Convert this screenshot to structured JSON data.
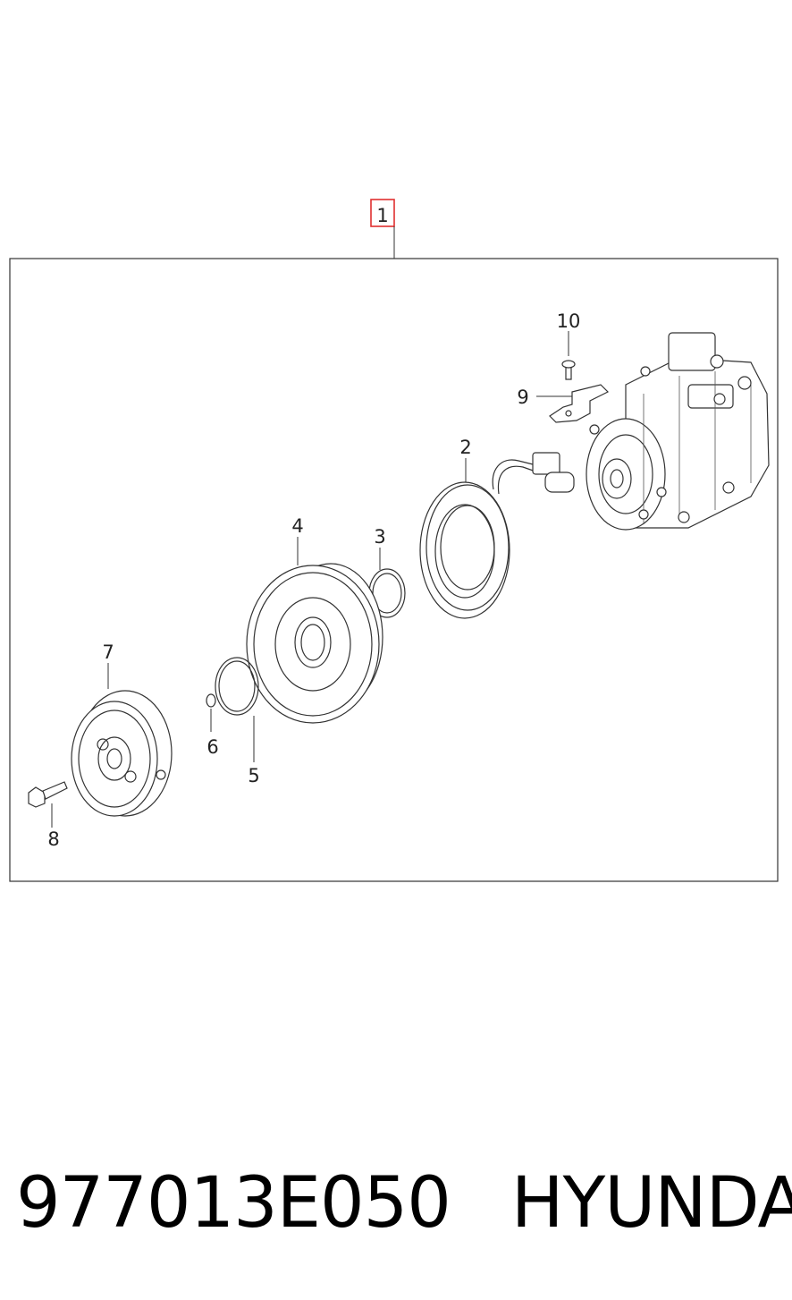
{
  "diagram": {
    "callouts": [
      {
        "id": "1",
        "label": "1",
        "highlighted": true
      },
      {
        "id": "2",
        "label": "2"
      },
      {
        "id": "3",
        "label": "3"
      },
      {
        "id": "4",
        "label": "4"
      },
      {
        "id": "5",
        "label": "5"
      },
      {
        "id": "6",
        "label": "6"
      },
      {
        "id": "7",
        "label": "7"
      },
      {
        "id": "8",
        "label": "8"
      },
      {
        "id": "9",
        "label": "9"
      },
      {
        "id": "10",
        "label": "10"
      }
    ],
    "highlight_color": "#e03030",
    "line_color": "#333333"
  },
  "footer": {
    "part_number": "977013E050",
    "brand": "HYUNDAI"
  }
}
